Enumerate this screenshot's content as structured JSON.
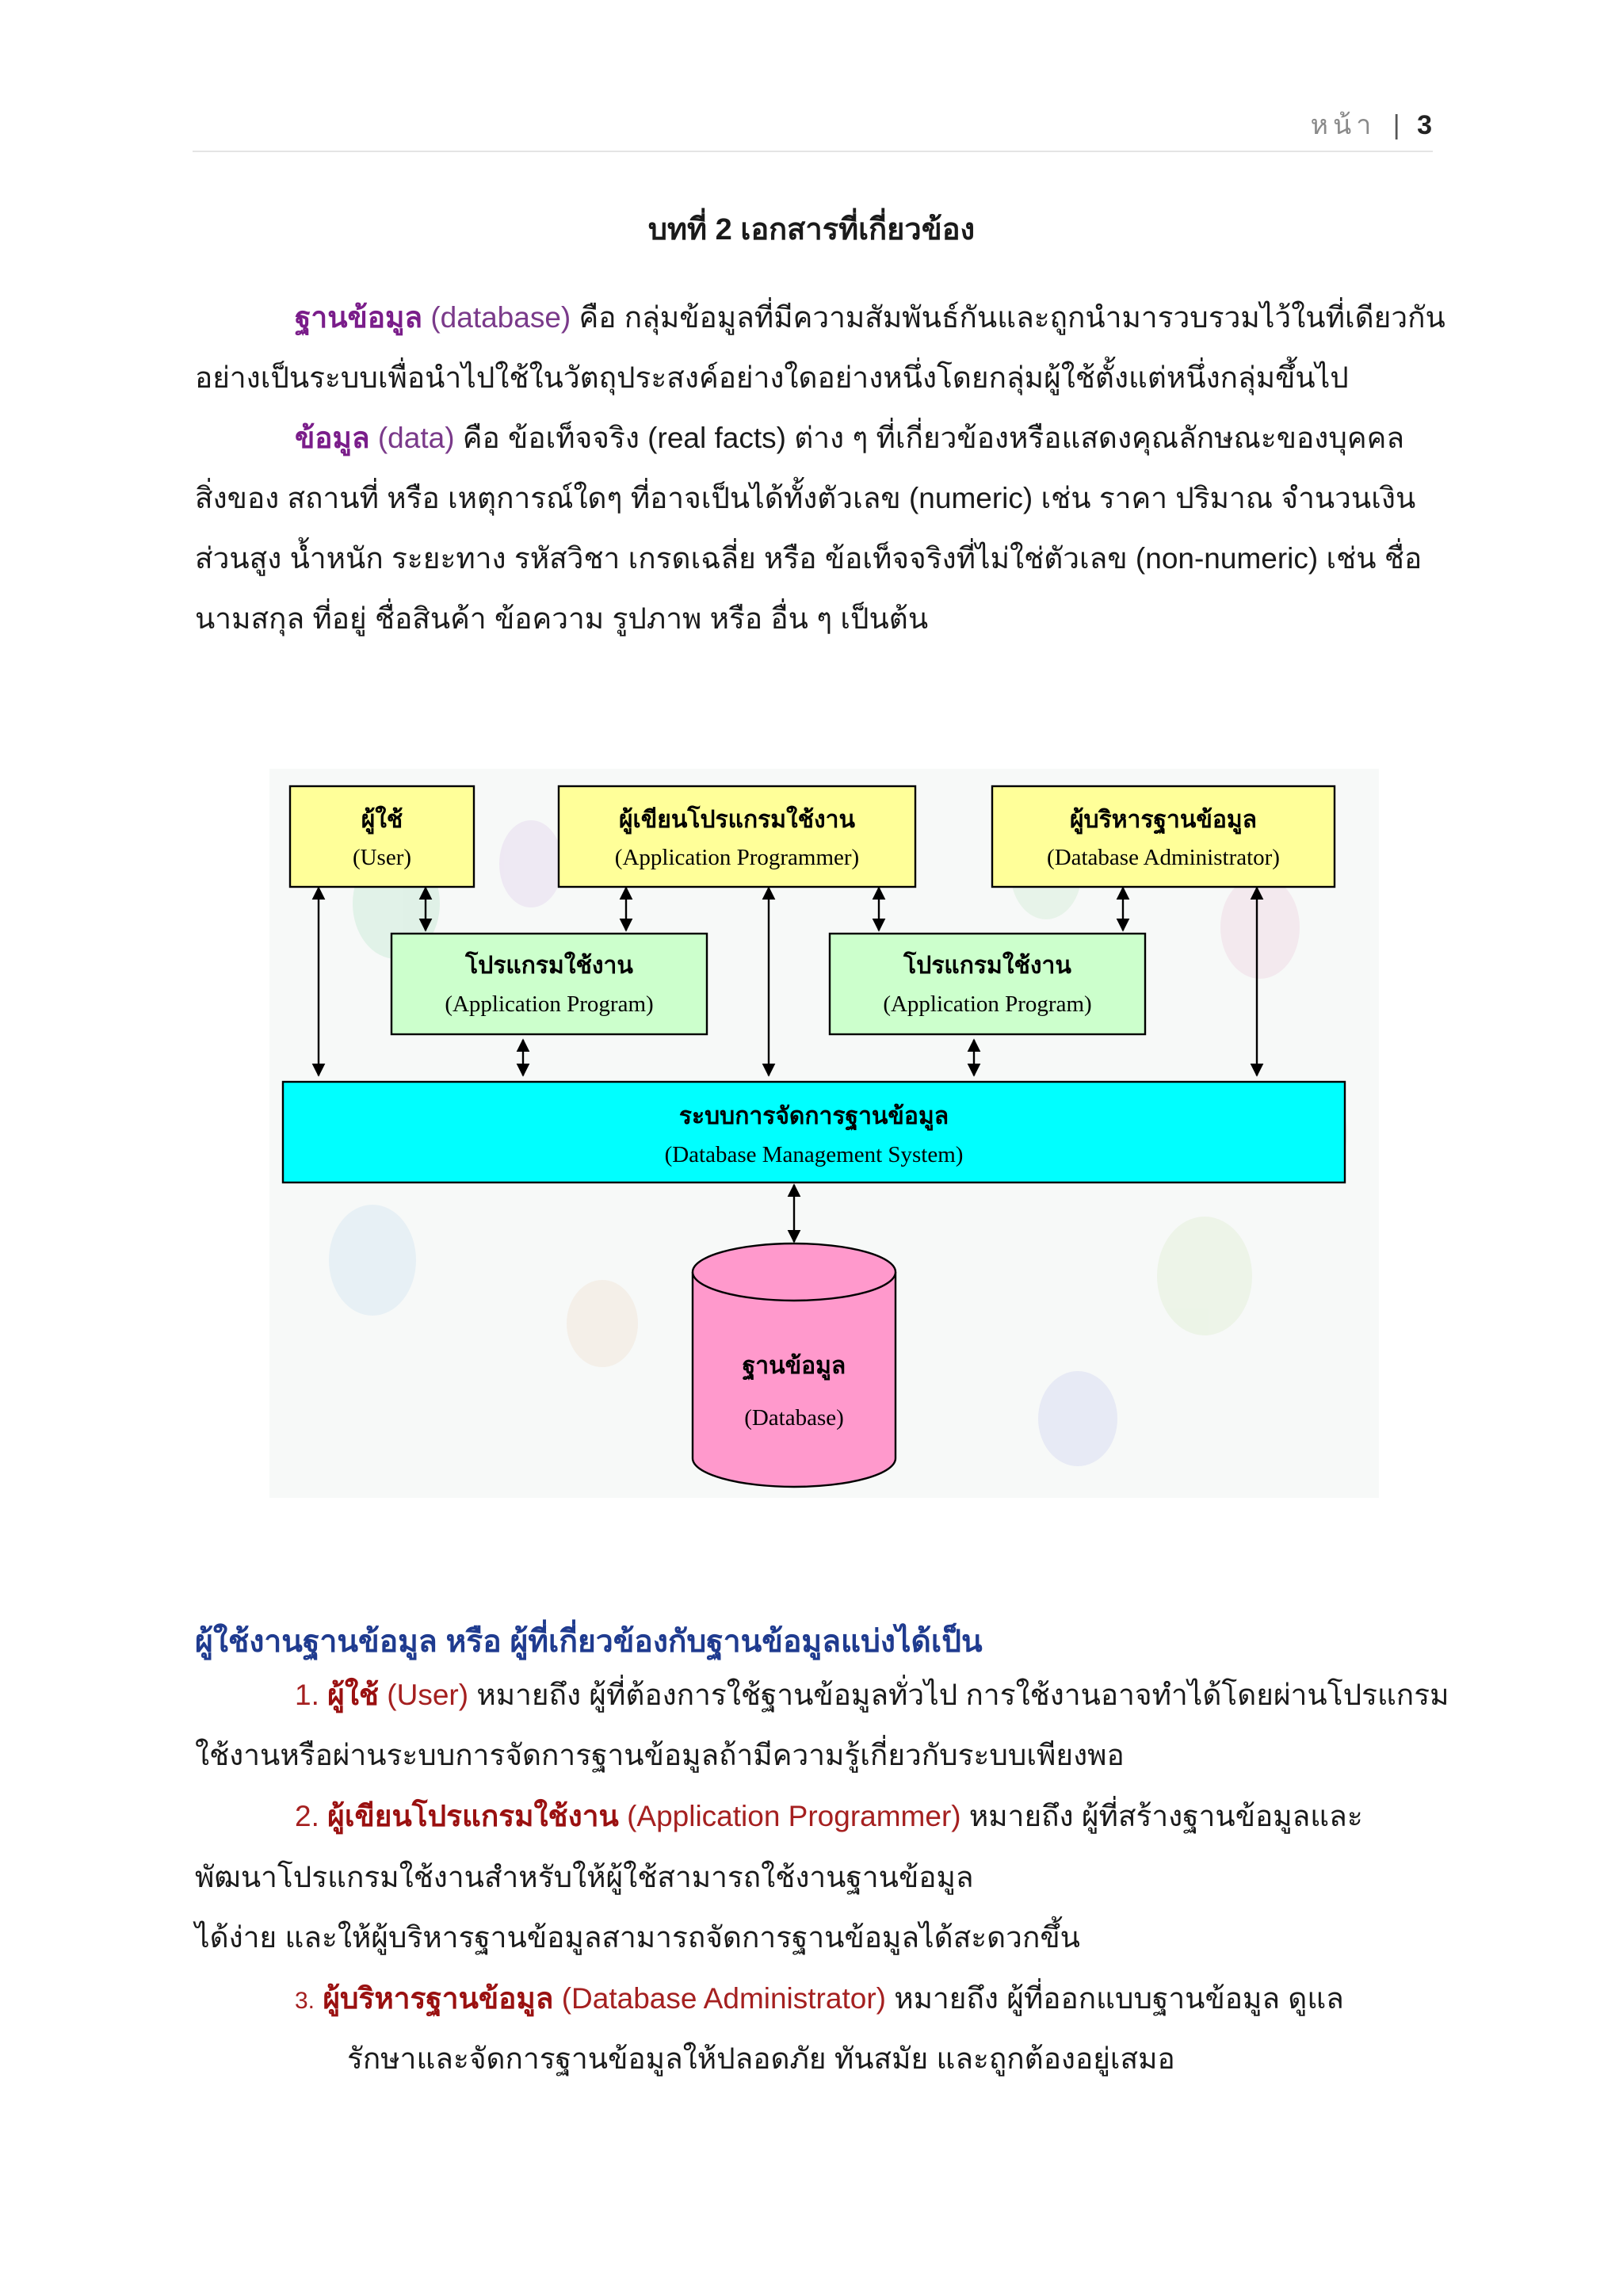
{
  "header": {
    "label": "หน้า",
    "separator": "|",
    "page_number": "3"
  },
  "title": "บทที่ 2 เอกสารที่เกี่ยวข้อง",
  "database_def": {
    "term": "ฐานข้อมูล",
    "english": "(database)",
    "line1_rest": "คือ กลุ่มข้อมูลที่มีความสัมพันธ์กันและถูกนำมารวบรวมไว้ในที่เดียวกัน",
    "line2": "อย่างเป็นระบบเพื่อนำไปใช้ในวัตถุประสงค์อย่างใดอย่างหนึ่งโดยกลุ่มผู้ใช้ตั้งแต่หนึ่งกลุ่มขึ้นไป"
  },
  "data_def": {
    "term": "ข้อมูล",
    "english": "(data)",
    "line1_rest": "คือ ข้อเท็จจริง (real facts) ต่าง ๆ ที่เกี่ยวข้องหรือแสดงคุณลักษณะของบุคคล",
    "line2": "สิ่งของ สถานที่ หรือ เหตุการณ์ใดๆ ที่อาจเป็นได้ทั้งตัวเลข (numeric) เช่น ราคา ปริมาณ จำนวนเงิน",
    "line3": "ส่วนสูง น้ำหนัก ระยะทาง รหัสวิชา เกรดเฉลี่ย หรือ ข้อเท็จจริงที่ไม่ใช่ตัวเลข (non-numeric) เช่น ชื่อ",
    "line4": "นามสกุล ที่อยู่ ชื่อสินค้า ข้อความ รูปภาพ หรือ อื่น ๆ เป็นต้น"
  },
  "diagram": {
    "user_th": "ผู้ใช้",
    "user_en": "(User)",
    "programmer_th": "ผู้เขียนโปรแกรมใช้งาน",
    "programmer_en": "(Application Programmer)",
    "admin_th": "ผู้บริหารฐานข้อมูล",
    "admin_en": "(Database Administrator)",
    "app1_th": "โปรแกรมใช้งาน",
    "app1_en": "(Application Program)",
    "app2_th": "โปรแกรมใช้งาน",
    "app2_en": "(Application Program)",
    "dbms_th": "ระบบการจัดการฐานข้อมูล",
    "dbms_en": "(Database Management System)",
    "db_th": "ฐานข้อมูล",
    "db_en": "(Database)",
    "colors": {
      "user_box": "#ffff99",
      "app_box": "#ccffcc",
      "dbms_box": "#00ffff",
      "db_cylinder": "#ff99cc"
    }
  },
  "users_heading": "ผู้ใช้งานฐานข้อมูล หรือ ผู้ที่เกี่ยวข้องกับฐานข้อมูลแบ่งได้เป็น",
  "items": [
    {
      "number": "1.",
      "term": "ผู้ใช้",
      "english": "(User)",
      "line1_rest": "หมายถึง ผู้ที่ต้องการใช้ฐานข้อมูลทั่วไป การใช้งานอาจทำได้โดยผ่านโปรแกรม",
      "line2": "ใช้งานหรือผ่านระบบการจัดการฐานข้อมูลถ้ามีความรู้เกี่ยวกับระบบเพียงพอ"
    },
    {
      "number": "2.",
      "term": "ผู้เขียนโปรแกรมใช้งาน",
      "english": "(Application Programmer)",
      "line1_rest": "หมายถึง ผู้ที่สร้างฐานข้อมูลและ",
      "line2": "พัฒนาโปรแกรมใช้งานสำหรับให้ผู้ใช้สามารถใช้งานฐานข้อมูล",
      "line3": "ได้ง่าย และให้ผู้บริหารฐานข้อมูลสามารถจัดการฐานข้อมูลได้สะดวกขึ้น"
    },
    {
      "number": "3.",
      "term": "ผู้บริหารฐานข้อมูล",
      "english": "(Database Administrator)",
      "line1_rest": "หมายถึง ผู้ที่ออกแบบฐานข้อมูล ดูแล",
      "line2": "รักษาและจัดการฐานข้อมูลให้ปลอดภัย ทันสมัย และถูกต้องอยู่เสมอ"
    }
  ]
}
